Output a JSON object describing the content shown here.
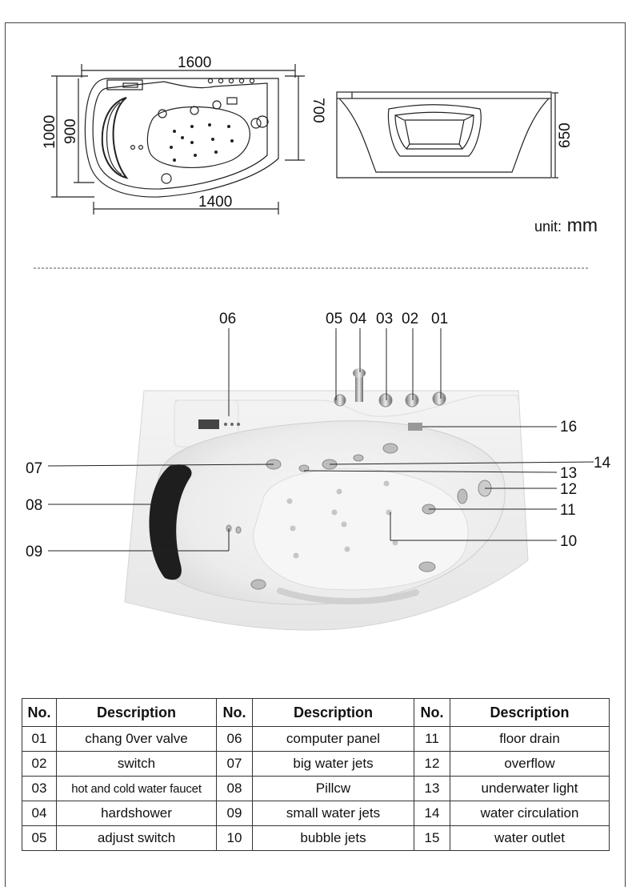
{
  "dimensions": {
    "top_width": "1600",
    "bottom_width": "1400",
    "outer_depth": "1000",
    "inner_depth": "900",
    "right_depth": "700",
    "height": "650"
  },
  "unit_label": {
    "prefix": "unit",
    "sep": ":",
    "value": "mm"
  },
  "callouts": [
    "06",
    "05",
    "04",
    "03",
    "02",
    "01",
    "16",
    "07",
    "14",
    "13",
    "08",
    "12",
    "11",
    "09",
    "10"
  ],
  "table": {
    "headers": {
      "no": "No.",
      "desc": "Description"
    },
    "rows": [
      [
        {
          "no": "01",
          "desc": "chang 0ver valve"
        },
        {
          "no": "06",
          "desc": "computer panel"
        },
        {
          "no": "11",
          "desc": "floor drain"
        }
      ],
      [
        {
          "no": "02",
          "desc": "switch"
        },
        {
          "no": "07",
          "desc": "big water jets"
        },
        {
          "no": "12",
          "desc": "overflow"
        }
      ],
      [
        {
          "no": "03",
          "desc": "hot and cold water faucet"
        },
        {
          "no": "08",
          "desc": "Pillcw"
        },
        {
          "no": "13",
          "desc": "underwater light"
        }
      ],
      [
        {
          "no": "04",
          "desc": "hardshower"
        },
        {
          "no": "09",
          "desc": "small water jets"
        },
        {
          "no": "14",
          "desc": "water circulation"
        }
      ],
      [
        {
          "no": "05",
          "desc": "adjust switch"
        },
        {
          "no": "10",
          "desc": "bubble jets"
        },
        {
          "no": "15",
          "desc": "water outlet"
        }
      ]
    ]
  }
}
